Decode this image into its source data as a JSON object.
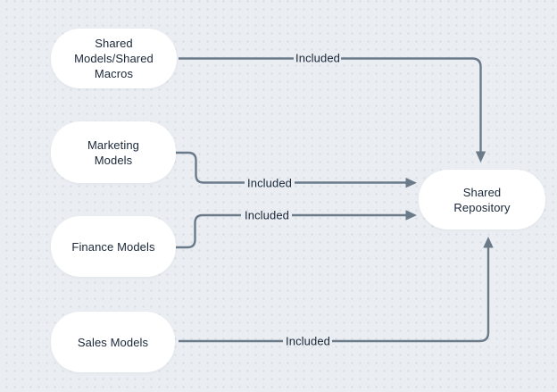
{
  "canvas": {
    "background_color": "#eaeef2",
    "dot_grid_color": "#d5dbe1"
  },
  "colors": {
    "edge": "#6b7a89",
    "node_fill": "#ffffff",
    "text": "#1a2738"
  },
  "nodes": [
    {
      "id": "shared-models-shared-macros",
      "label": "Shared Models/Shared Macros"
    },
    {
      "id": "marketing-models",
      "label": "Marketing Models"
    },
    {
      "id": "finance-models",
      "label": "Finance Models"
    },
    {
      "id": "sales-models",
      "label": "Sales Models"
    },
    {
      "id": "shared-repository",
      "label": "Shared Repository"
    }
  ],
  "edges": [
    {
      "from": "shared-models-shared-macros",
      "to": "shared-repository",
      "label": "Included",
      "enters": "top"
    },
    {
      "from": "marketing-models",
      "to": "shared-repository",
      "label": "Included",
      "enters": "left"
    },
    {
      "from": "finance-models",
      "to": "shared-repository",
      "label": "Included",
      "enters": "left"
    },
    {
      "from": "sales-models",
      "to": "shared-repository",
      "label": "Included",
      "enters": "bottom"
    }
  ]
}
